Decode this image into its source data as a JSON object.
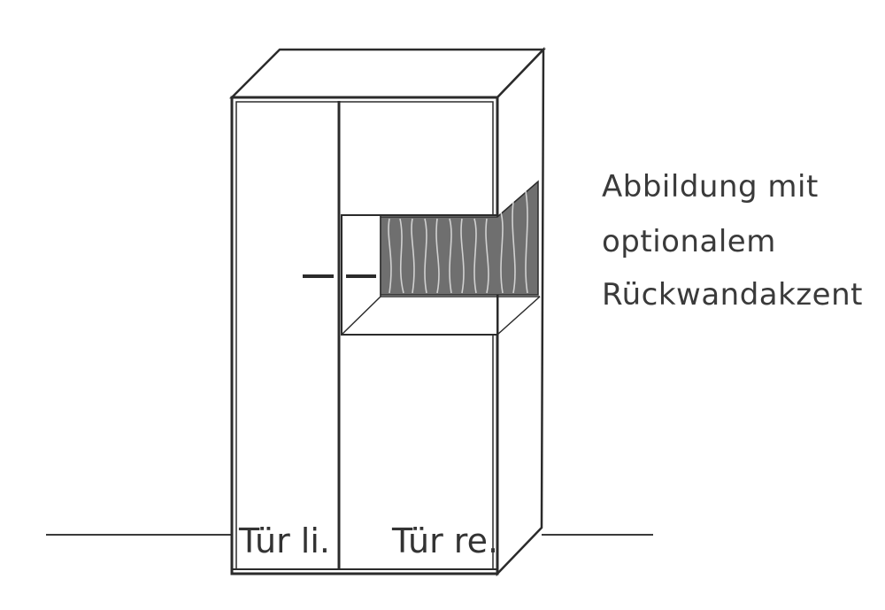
{
  "annotation": {
    "lines": [
      "Abbildung mit",
      "optionalem",
      "Rückwandakzent"
    ]
  },
  "doors": {
    "left_label": "Tür li.",
    "right_label": "Tür re."
  },
  "colors": {
    "line": "#2b2b2b",
    "accent_panel": "#6f6f6f",
    "text": "#3a3a3a"
  }
}
